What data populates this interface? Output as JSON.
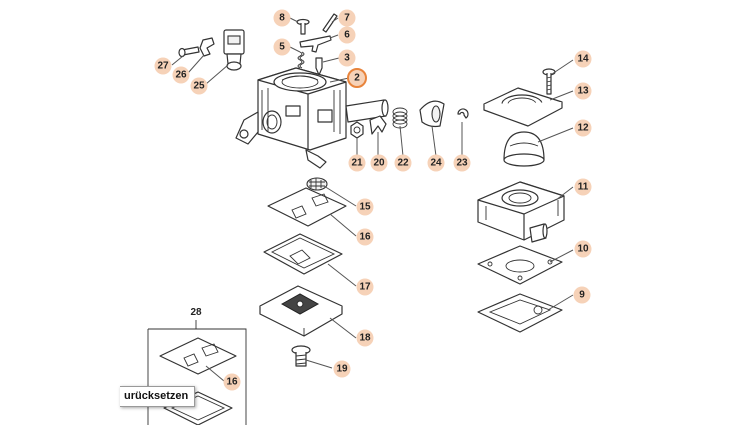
{
  "reset_button_label": "urücksetzen",
  "group_label": "28",
  "callouts": [
    {
      "id": "8",
      "active": false
    },
    {
      "id": "7",
      "active": false
    },
    {
      "id": "6",
      "active": false
    },
    {
      "id": "5",
      "active": false
    },
    {
      "id": "3",
      "active": false
    },
    {
      "id": "2",
      "active": true
    },
    {
      "id": "27",
      "active": false
    },
    {
      "id": "26",
      "active": false
    },
    {
      "id": "25",
      "active": false
    },
    {
      "id": "21",
      "active": false
    },
    {
      "id": "20",
      "active": false
    },
    {
      "id": "22",
      "active": false
    },
    {
      "id": "24",
      "active": false
    },
    {
      "id": "23",
      "active": false
    },
    {
      "id": "14",
      "active": false
    },
    {
      "id": "13",
      "active": false
    },
    {
      "id": "12",
      "active": false
    },
    {
      "id": "11",
      "active": false
    },
    {
      "id": "10",
      "active": false
    },
    {
      "id": "9",
      "active": false
    },
    {
      "id": "15",
      "active": false
    },
    {
      "id": "16",
      "active": false
    },
    {
      "id": "17",
      "active": false
    },
    {
      "id": "18",
      "active": false
    },
    {
      "id": "19",
      "active": false
    },
    {
      "id": "16",
      "active": false
    }
  ]
}
